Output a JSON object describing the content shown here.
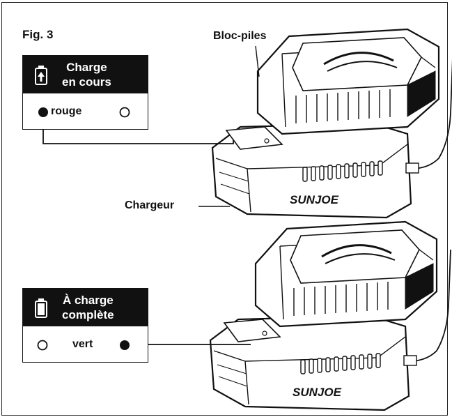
{
  "figure": {
    "label": "Fig. 3",
    "battery_label": "Bloc-piles",
    "charger_label": "Chargeur",
    "brand_text": "SUNJOE"
  },
  "panel_charging": {
    "title_line1": "Charge",
    "title_line2": "en cours",
    "indicator_text": "rouge",
    "icon": "battery-charging-icon"
  },
  "panel_full": {
    "title_line1": "À charge",
    "title_line2": "complète",
    "indicator_text": "vert",
    "icon": "battery-full-icon"
  }
}
